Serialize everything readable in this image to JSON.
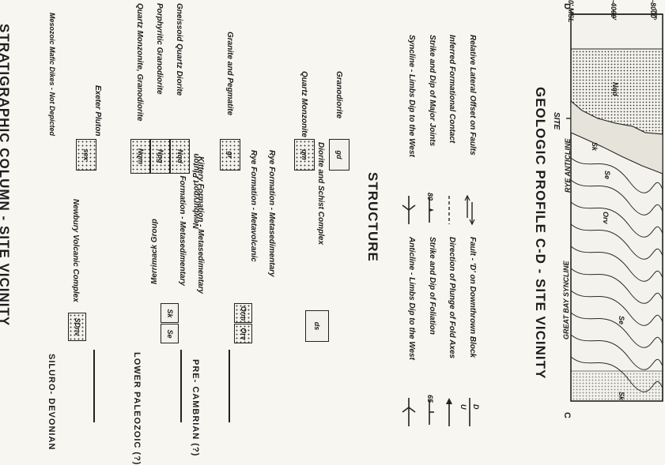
{
  "stratigraphic_column": {
    "title": "STRATIGRAPHIC COLUMN - SITE VICINITY",
    "eras": {
      "silurian_devonian": "SILURO- DEVONIAN",
      "lower_paleozoic": "LOWER PALEOZOIC (?)",
      "precambrian": "PRE- CAMBRIAN (?)"
    },
    "mesozoic_note": "Mesozoic Mafic Dikes - Not Depicted",
    "units": {
      "sdnv": {
        "code": "SDnv",
        "label": "Newbury Volcanic Complex"
      },
      "se": {
        "code": "Se",
        "label": "Eliot Formation - Metasedimentary"
      },
      "sk": {
        "code": "Sk",
        "label": "Kittery Formation - Metasedimentary"
      },
      "orv": {
        "code": "Orv",
        "label": "Rye Formation - Metavolcanic"
      },
      "orm": {
        "code": "Orm",
        "label": "Rye Formation - Metasedimentary"
      },
      "ds": {
        "code": "ds",
        "label": "Diorite and Schist Complex"
      },
      "sex": {
        "code": "sex",
        "label": "Exeter Pluton"
      },
      "nqm": {
        "code": "Nqm",
        "label": "Quartz Monzonite, Granodiorite"
      },
      "npg": {
        "code": "Npg",
        "label": "Porphyritic Granodiorite"
      },
      "nqd": {
        "code": "Nqd",
        "label": "Gneissoid Quartz Diorite"
      },
      "gr": {
        "code": "gr",
        "label": "Granite and Pegmatite"
      },
      "qm": {
        "code": "qm",
        "label": "Quartz Monzonite"
      },
      "gd": {
        "code": "gd",
        "label": "Granodiorite"
      }
    },
    "group_labels": {
      "merrimack": "Merrimack Group",
      "newburyport": "Newburyport Pluton"
    }
  },
  "structure": {
    "title": "STRUCTURE",
    "left_items": [
      "Anticline - Limbs Dip to the West",
      "Strike and Dip of Foliation",
      "Direction of Plunge of Fold Axes",
      "Fault - 'D' on Downthrown Block"
    ],
    "right_items": [
      "Syncline - Limbs Dip to the West",
      "Strike and Dip of Major Joints",
      "Inferred Formational Contact",
      "Relative Lateral Offset on Faults"
    ],
    "dip_values": [
      "65",
      "80"
    ],
    "fault_marks": [
      "U",
      "D"
    ]
  },
  "profile": {
    "title": "GEOLOGIC PROFILE C-D - SITE VICINITY",
    "end_left": "C",
    "end_right": "D",
    "site_label": "SITE",
    "rye_anticline": "RYE ANTICLINE",
    "great_bay_syncline": "GREAT BAY SYNCLINE",
    "scale_labels": [
      "0' MSL",
      "-4000'",
      "-8000'"
    ],
    "unit_marks": [
      "Nqd",
      "Sk",
      "Se",
      "Orv",
      "Se",
      "Sk"
    ]
  },
  "colors": {
    "paper": "#f7f6f1",
    "ink": "#1c1c1c",
    "stipple": "#cfcac0"
  }
}
